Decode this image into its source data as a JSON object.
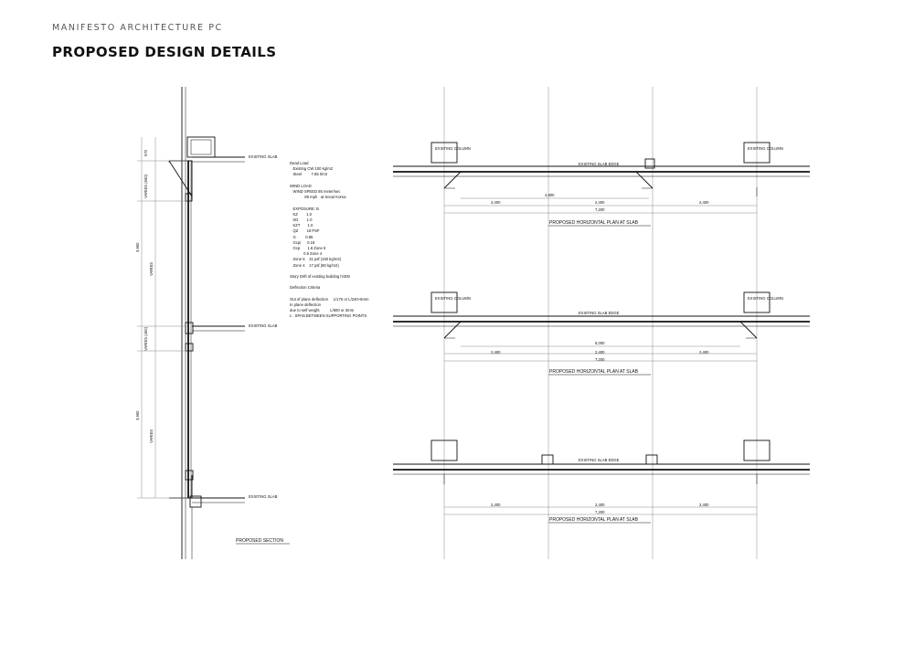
{
  "header": {
    "brand": "MANIFESTO ARCHITECTURE PC",
    "title": "PROPOSED DESIGN DETAILS"
  },
  "section": {
    "caption": "PROPOSED SECTION",
    "slab_labels": [
      "EXISTING SLAB",
      "EXISTING SLAB",
      "EXISTING SLAB"
    ],
    "dims": {
      "top_small": "570",
      "varies_650": "VARIES (650)",
      "varies_460": "VARIES (460)",
      "floor_1": "3,900",
      "floor_2": "3,900",
      "varies_a": "VARIES",
      "varies_b": "VARIES"
    }
  },
  "notes": {
    "lines": [
      "Dead Load",
      "   Existing CW 100 kg/m2",
      "   Steel         7.85 t/m3",
      "",
      "WIND LOAD",
      "   WIND SPEED 85 meter/sec",
      "              89 mph   at Seoul Korea",
      "",
      "   EXPOSURE: B",
      "   KZ        1.0",
      "   KD        1.0",
      "   KZT       1.0",
      "   QZ        18 PSF",
      "   G         0.85",
      "   Gcpi      0.18",
      "   Gcp       1.8 Zone 5",
      "             0.9 Zone 4",
      "   Zone 5    31 psf (150 kg/m2)",
      "   Zone 4    17 psf (80 kg/m2)",
      "",
      "Story Drift of existing building h/400",
      "",
      "Deflection Criteria",
      "",
      "Out of plane deflection     L/175 or L/240+6mm",
      "In plane deflection",
      "due to self weight          L/600 or 3mm",
      "L : SPAN BETWEEN SUPPORTING POINTS"
    ]
  },
  "plans": [
    {
      "slab_edge": "EXISTING SLAB EDGE",
      "column_left": "EXISTING COLUMN",
      "column_right": "EXISTING COLUMN",
      "span_total": "4,800",
      "dims": [
        "2,400",
        "2,400",
        "2,400"
      ],
      "overall": "7,200",
      "caption": "PROPOSED HORIZONTAL PLAN AT SLAB"
    },
    {
      "slab_edge": "EXISTING SLAB EDGE",
      "column_left": "EXISTING COLUMN",
      "column_right": "EXISTING COLUMN",
      "span_total": "6,000",
      "dims": [
        "2,400",
        "2,400",
        "2,400"
      ],
      "overall": "7,200",
      "caption": "PROPOSED HORIZONTAL PLAN AT SLAB"
    },
    {
      "slab_edge": "EXISTING SLAB EDGE",
      "dims": [
        "2,400",
        "2,400",
        "2,400"
      ],
      "overall": "7,200",
      "caption": "PROPOSED HORIZONTAL PLAN AT SLAB"
    }
  ]
}
